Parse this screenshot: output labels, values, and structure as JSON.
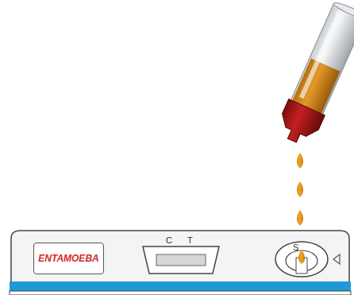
{
  "diagram": {
    "nodes": [
      {
        "text": [
          "ENTAMOEBA"
        ]
      }
    ],
    "labels": [
      "C",
      "T",
      "S"
    ]
  }
}
